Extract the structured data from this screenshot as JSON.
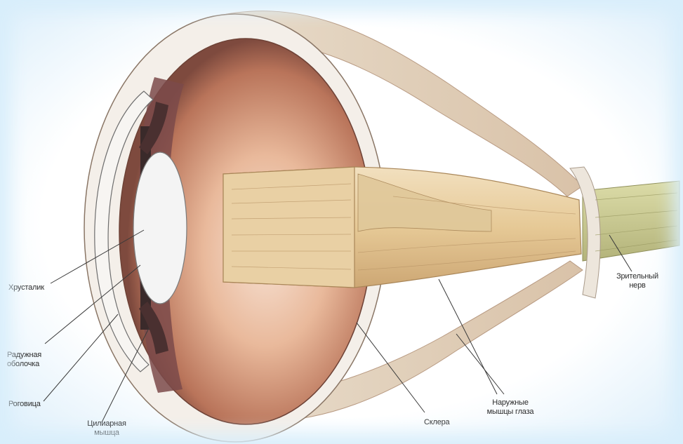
{
  "labels": {
    "lens": "Хрусталик",
    "iris": "Радужная\nоболочка",
    "cornea": "Роговица",
    "ciliary": "Цилиарная\nмышца",
    "sclera": "Склера",
    "muscles": "Наружные\nмышцы глаза",
    "nerve": "Зрительный\nнерв"
  },
  "colors": {
    "edge_glow": "#d8eefb",
    "eyeball": "#c98a66",
    "muscle": "#e9d2a8",
    "nerve": "#c9c890",
    "leader_line": "#3a3a3a"
  }
}
